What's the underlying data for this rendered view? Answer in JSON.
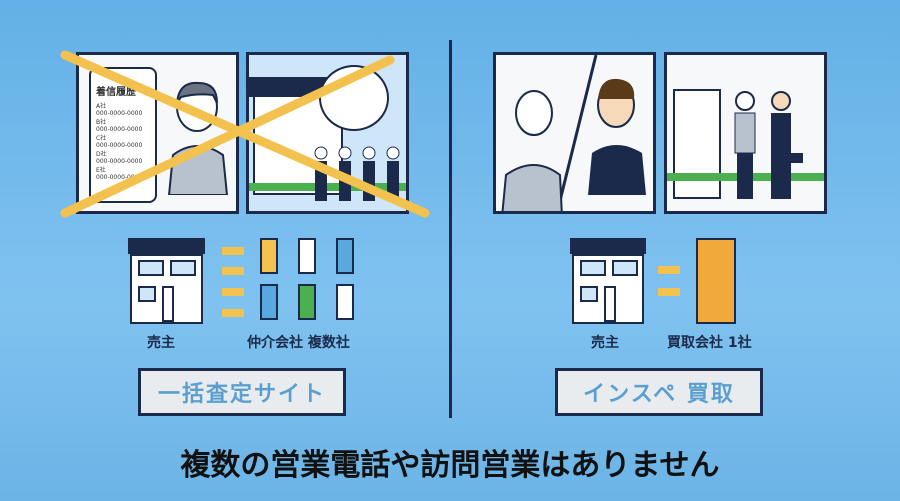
{
  "left": {
    "phone": {
      "title": "着信履歴",
      "entries": [
        {
          "company": "A社",
          "number": "000-0000-0000"
        },
        {
          "company": "B社",
          "number": "000-0000-0000"
        },
        {
          "company": "C社",
          "number": "000-0000-0000"
        },
        {
          "company": "D社",
          "number": "000-0000-0000"
        },
        {
          "company": "E社",
          "number": "000-0000-0000"
        }
      ]
    },
    "seller_label": "売主",
    "agents_label": "仲介会社 複数社",
    "button_label": "一括査定サイト",
    "cross_color": "#f2c14e"
  },
  "right": {
    "seller_label": "売主",
    "buyer_label": "買取会社 1社",
    "button_label": "インスペ 買取"
  },
  "caption": "複数の営業電話や訪問営業はありません",
  "colors": {
    "navy": "#1b2a4a",
    "accent_yellow": "#f2c14e",
    "button_text": "#5a9fd0"
  }
}
